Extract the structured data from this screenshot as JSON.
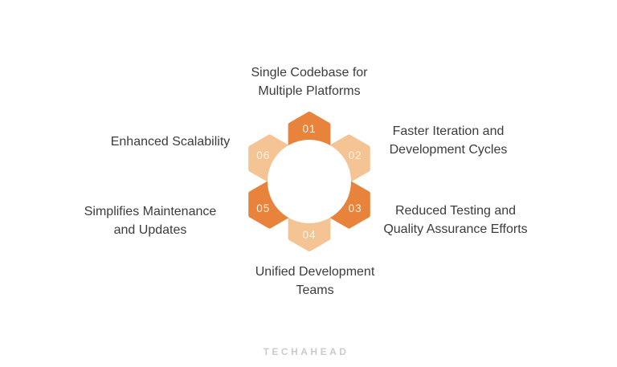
{
  "diagram": {
    "petals": [
      {
        "number": "01",
        "tone": "dark",
        "label": "Single Codebase for Multiple Platforms"
      },
      {
        "number": "02",
        "tone": "light",
        "label": "Faster Iteration and Development Cycles"
      },
      {
        "number": "03",
        "tone": "dark",
        "label": "Reduced Testing and Quality Assurance Efforts"
      },
      {
        "number": "04",
        "tone": "light",
        "label": "Unified Development Teams"
      },
      {
        "number": "05",
        "tone": "dark",
        "label": "Simplifies Maintenance and Updates"
      },
      {
        "number": "06",
        "tone": "light",
        "label": "Enhanced Scalability"
      }
    ],
    "colors": {
      "dark_orange": "#E8833C",
      "light_orange": "#F5C494",
      "number_text": "#FCF3E3"
    }
  },
  "footer": {
    "logo_text": "TECHAHEAD"
  }
}
